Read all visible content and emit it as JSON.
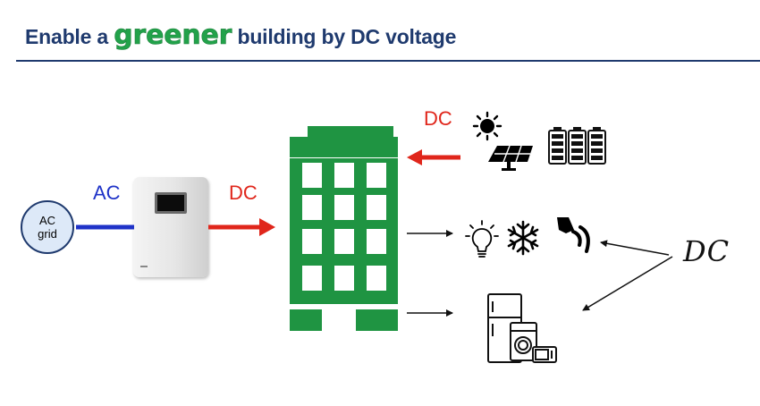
{
  "title": {
    "prefix": "Enable a",
    "highlight": "greener",
    "suffix": "building by DC voltage"
  },
  "grid_node": {
    "line1": "AC",
    "line2": "grid"
  },
  "labels": {
    "ac_input": "AC",
    "dc_output": "DC",
    "dc_sources": "DC",
    "dc_loads": "DC"
  },
  "colors": {
    "title": "#1f3a6e",
    "green_highlight": "#22a24a",
    "building": "#1f9442",
    "ac_line": "#1f33c8",
    "dc_arrow": "#e0261b"
  },
  "icons": [
    "sun-icon",
    "solar-panel-icon",
    "battery-icon",
    "light-bulb-icon",
    "snowflake-icon",
    "wireless-icon",
    "appliances-icon"
  ]
}
